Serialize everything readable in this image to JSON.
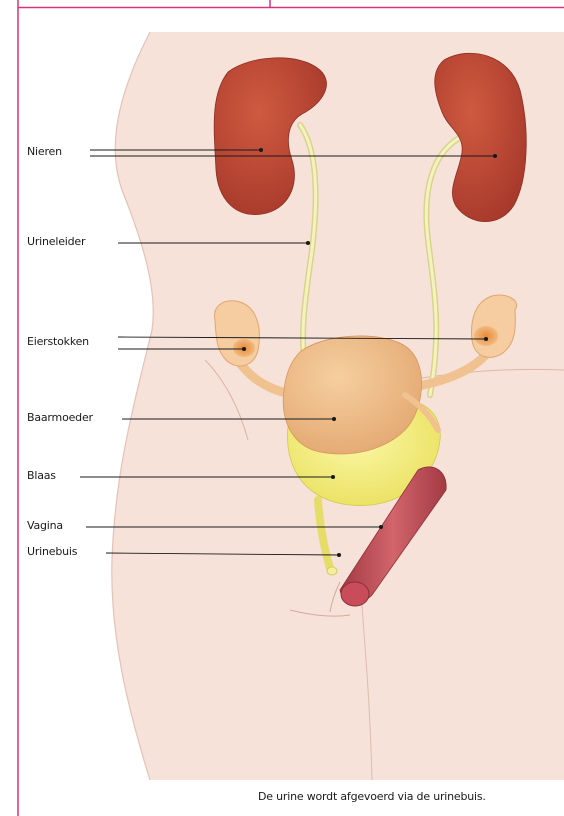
{
  "labels": {
    "kidneys": "Nieren",
    "ureter": "Urineleider",
    "ovaries": "Eierstokken",
    "uterus": "Baarmoeder",
    "bladder": "Blaas",
    "vagina": "Vagina",
    "urethra": "Urinebuis"
  },
  "caption": "De urine wordt afgevoerd via de urinebuis.",
  "colors": {
    "frame": "#d6337a",
    "skin": "#f7e2d9",
    "kidney": "#b8432e",
    "bladder": "#f1ec7a",
    "uterus": "#eebd8b",
    "vagina": "#c5525c",
    "ureter": "#ece7a2"
  }
}
